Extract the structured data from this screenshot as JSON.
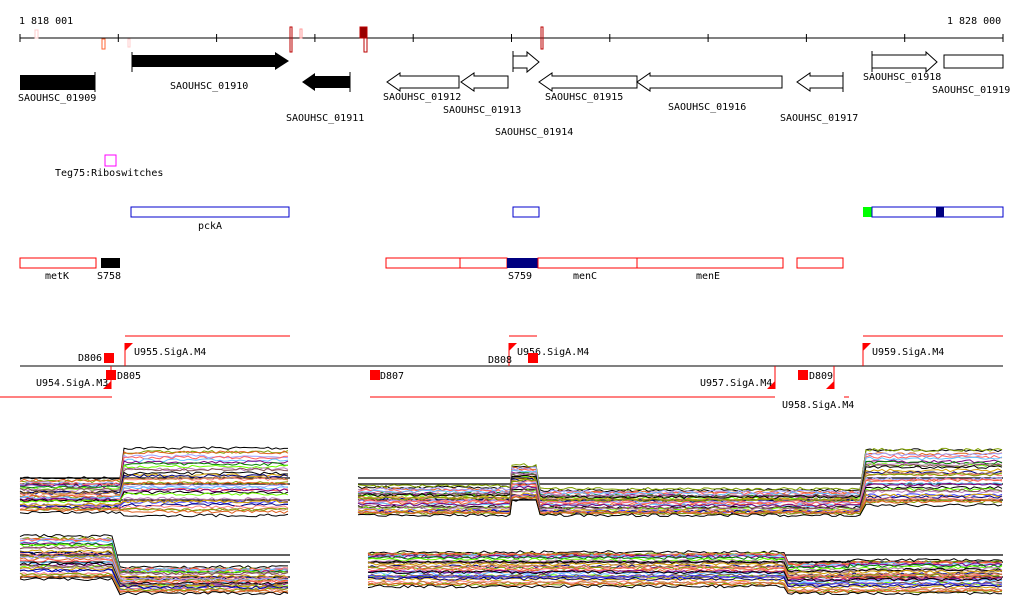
{
  "axis": {
    "start_label": "1 818 001",
    "end_label": "1 828 000"
  },
  "genes": [
    {
      "name": "SAOUHSC_01909",
      "strand": "none",
      "filled": true
    },
    {
      "name": "SAOUHSC_01910",
      "strand": "+",
      "filled": true
    },
    {
      "name": "SAOUHSC_01911",
      "strand": "-",
      "filled": true
    },
    {
      "name": "SAOUHSC_01912",
      "strand": "-",
      "filled": false
    },
    {
      "name": "SAOUHSC_01913",
      "strand": "-",
      "filled": false
    },
    {
      "name": "SAOUHSC_01914",
      "strand": "+",
      "filled": false
    },
    {
      "name": "SAOUHSC_01915",
      "strand": "-",
      "filled": false
    },
    {
      "name": "SAOUHSC_01916",
      "strand": "-",
      "filled": false
    },
    {
      "name": "SAOUHSC_01917",
      "strand": "-",
      "filled": false
    },
    {
      "name": "SAOUHSC_01918",
      "strand": "+",
      "filled": false
    },
    {
      "name": "SAOUHSC_01919",
      "strand": "none",
      "filled": false
    }
  ],
  "rna": {
    "label": "Teg75:Riboswitches",
    "color": "#ff00ff"
  },
  "operons": {
    "pckA": "pckA"
  },
  "transcripts": {
    "metK": "metK",
    "S758": "S758",
    "S759": "S759",
    "menC": "menC",
    "menE": "menE"
  },
  "promoters": {
    "U954": "U954.SigA.M3",
    "U955": "U955.SigA.M4",
    "U956": "U956.SigA.M4",
    "U957": "U957.SigA.M4",
    "U958": "U958.SigA.M4",
    "U959": "U959.SigA.M4"
  },
  "terminators": {
    "D805": "D805",
    "D806": "D806",
    "D807": "D807",
    "D808": "D808",
    "D809": "D809"
  },
  "colors": {
    "red": "#ff0000",
    "navy": "#000080",
    "blue": "#0000cc",
    "green": "#00ff00"
  }
}
